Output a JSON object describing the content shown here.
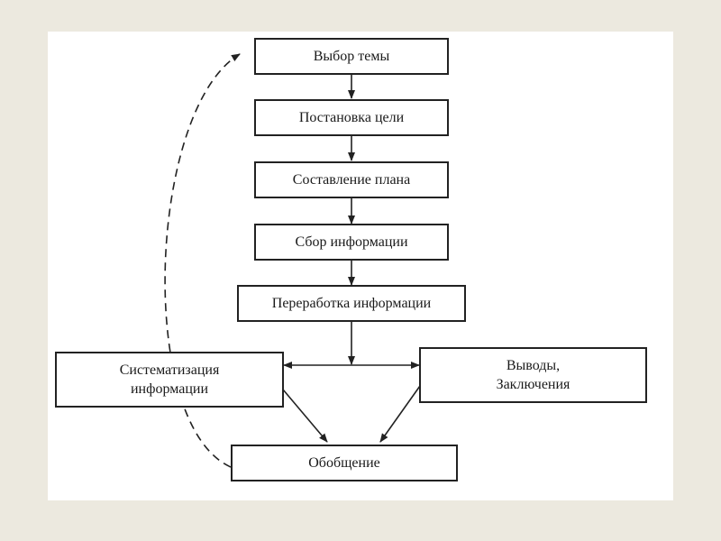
{
  "diagram": {
    "type": "flowchart",
    "nodes": [
      {
        "id": "topic",
        "label": "Выбор темы"
      },
      {
        "id": "goal",
        "label": "Постановка цели"
      },
      {
        "id": "plan",
        "label": "Составление плана"
      },
      {
        "id": "collect",
        "label": "Сбор информации"
      },
      {
        "id": "process",
        "label": "Переработка информации"
      },
      {
        "id": "systematize",
        "label_line1": "Систематизация",
        "label_line2": "информации"
      },
      {
        "id": "conclusions",
        "label_line1": "Выводы,",
        "label_line2": "Заключения"
      },
      {
        "id": "generalize",
        "label": "Обобщение"
      }
    ],
    "edges": [
      {
        "from": "topic",
        "to": "goal",
        "style": "solid"
      },
      {
        "from": "goal",
        "to": "plan",
        "style": "solid"
      },
      {
        "from": "plan",
        "to": "collect",
        "style": "solid"
      },
      {
        "from": "collect",
        "to": "process",
        "style": "solid"
      },
      {
        "from": "process",
        "to": "systematize",
        "style": "solid"
      },
      {
        "from": "process",
        "to": "conclusions",
        "style": "solid"
      },
      {
        "from": "systematize",
        "to": "generalize",
        "style": "solid"
      },
      {
        "from": "conclusions",
        "to": "generalize",
        "style": "solid"
      },
      {
        "from": "generalize",
        "to": "topic",
        "style": "dashed"
      }
    ]
  },
  "colors": {
    "background": "#ECE9DF",
    "panel": "#FFFFFF",
    "stroke": "#222222"
  }
}
